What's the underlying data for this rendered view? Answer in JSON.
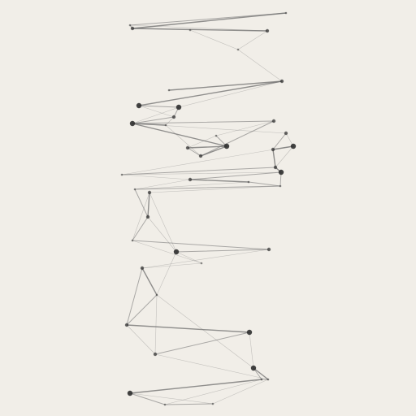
{
  "canvas": {
    "background": "#f1eee8",
    "node_color": "#2f2f2f",
    "edge_color": "#6e6e6e"
  },
  "nodes": [
    {
      "id": "n1",
      "w": 1
    },
    {
      "id": "n2",
      "w": 1
    },
    {
      "id": "n3",
      "w": 2
    },
    {
      "id": "n4",
      "w": 1
    },
    {
      "id": "n5",
      "w": 2
    },
    {
      "id": "n6",
      "w": 1
    },
    {
      "id": "n7",
      "w": 1
    },
    {
      "id": "n8",
      "w": 2
    },
    {
      "id": "n9",
      "w": 3
    },
    {
      "id": "n10",
      "w": 3
    },
    {
      "id": "n11",
      "w": 2
    },
    {
      "id": "n12",
      "w": 1
    },
    {
      "id": "n13",
      "w": 3
    },
    {
      "id": "n14",
      "w": 2
    },
    {
      "id": "n15",
      "w": 1
    },
    {
      "id": "n16",
      "w": 3
    },
    {
      "id": "n17",
      "w": 2
    },
    {
      "id": "n18",
      "w": 2
    },
    {
      "id": "n19",
      "w": 2
    },
    {
      "id": "n20",
      "w": 3
    },
    {
      "id": "n21",
      "w": 2
    },
    {
      "id": "n22",
      "w": 2
    },
    {
      "id": "n23",
      "w": 3
    },
    {
      "id": "n24",
      "w": 1
    },
    {
      "id": "n25",
      "w": 2
    },
    {
      "id": "n26",
      "w": 1
    },
    {
      "id": "n27",
      "w": 1
    },
    {
      "id": "n28",
      "w": 1
    },
    {
      "id": "n29",
      "w": 2
    },
    {
      "id": "n30",
      "w": 2
    },
    {
      "id": "n31",
      "w": 1
    },
    {
      "id": "n32",
      "w": 2
    },
    {
      "id": "n33",
      "w": 3
    },
    {
      "id": "n34",
      "w": 1
    },
    {
      "id": "n35",
      "w": 2
    },
    {
      "id": "n36",
      "w": 1
    },
    {
      "id": "n37",
      "w": 2
    },
    {
      "id": "n38",
      "w": 3
    },
    {
      "id": "n39",
      "w": 2
    },
    {
      "id": "n40",
      "w": 3
    },
    {
      "id": "n41",
      "w": 1
    },
    {
      "id": "n42",
      "w": 1
    },
    {
      "id": "n43",
      "w": 3
    },
    {
      "id": "n44",
      "w": 1
    },
    {
      "id": "n45",
      "w": 1
    }
  ],
  "edges": [
    [
      "n1",
      "n2",
      2
    ],
    [
      "n1",
      "n3",
      2
    ],
    [
      "n2",
      "n3",
      3
    ],
    [
      "n3",
      "n4",
      1
    ],
    [
      "n3",
      "n5",
      3
    ],
    [
      "n4",
      "n6",
      1
    ],
    [
      "n5",
      "n6",
      1
    ],
    [
      "n1",
      "n5",
      1
    ],
    [
      "n7",
      "n8",
      3
    ],
    [
      "n6",
      "n8",
      1
    ],
    [
      "n8",
      "n9",
      3
    ],
    [
      "n8",
      "n10",
      1
    ],
    [
      "n9",
      "n10",
      2
    ],
    [
      "n10",
      "n11",
      2
    ],
    [
      "n11",
      "n12",
      1
    ],
    [
      "n11",
      "n13",
      2
    ],
    [
      "n12",
      "n13",
      3
    ],
    [
      "n13",
      "n14",
      2
    ],
    [
      "n14",
      "n15",
      1
    ],
    [
      "n15",
      "n16",
      2
    ],
    [
      "n13",
      "n16",
      3
    ],
    [
      "n16",
      "n17",
      3
    ],
    [
      "n17",
      "n18",
      2
    ],
    [
      "n16",
      "n18",
      3
    ],
    [
      "n19",
      "n20",
      1
    ],
    [
      "n20",
      "n21",
      3
    ],
    [
      "n19",
      "n21",
      2
    ],
    [
      "n21",
      "n22",
      3
    ],
    [
      "n22",
      "n23",
      3
    ],
    [
      "n23",
      "n24",
      1
    ],
    [
      "n20",
      "n24",
      1
    ],
    [
      "n22",
      "n24",
      2
    ],
    [
      "n25",
      "n26",
      3
    ],
    [
      "n26",
      "n27",
      2
    ],
    [
      "n27",
      "n28",
      2
    ],
    [
      "n25",
      "n28",
      1
    ],
    [
      "n28",
      "n26",
      1
    ],
    [
      "n24",
      "n25",
      1
    ],
    [
      "n23",
      "n27",
      2
    ],
    [
      "n12",
      "n17",
      1
    ],
    [
      "n29",
      "n30",
      3
    ],
    [
      "n30",
      "n31",
      2
    ],
    [
      "n29",
      "n31",
      1
    ],
    [
      "n31",
      "n32",
      2
    ],
    [
      "n32",
      "n33",
      2
    ],
    [
      "n29",
      "n33",
      1
    ],
    [
      "n30",
      "n33",
      1
    ],
    [
      "n33",
      "n34",
      1
    ],
    [
      "n35",
      "n36",
      3
    ],
    [
      "n36",
      "n37",
      2
    ],
    [
      "n35",
      "n37",
      2
    ],
    [
      "n37",
      "n38",
      3
    ],
    [
      "n38",
      "n39",
      2
    ],
    [
      "n37",
      "n39",
      1
    ],
    [
      "n36",
      "n39",
      1
    ],
    [
      "n34",
      "n35",
      1
    ],
    [
      "n40",
      "n41",
      3
    ],
    [
      "n41",
      "n42",
      2
    ],
    [
      "n40",
      "n42",
      2
    ],
    [
      "n42",
      "n43",
      3
    ],
    [
      "n43",
      "n44",
      2
    ],
    [
      "n42",
      "n44",
      1
    ],
    [
      "n44",
      "n45",
      2
    ],
    [
      "n41",
      "n45",
      1
    ],
    [
      "n9",
      "n11",
      1
    ],
    [
      "n10",
      "n13",
      1
    ],
    [
      "n14",
      "n17",
      2
    ],
    [
      "n15",
      "n18",
      1
    ],
    [
      "n20",
      "n22",
      1
    ],
    [
      "n23",
      "n25",
      2
    ],
    [
      "n27",
      "n29",
      1
    ],
    [
      "n28",
      "n30",
      2
    ],
    [
      "n31",
      "n34",
      1
    ],
    [
      "n32",
      "n35",
      1
    ],
    [
      "n33",
      "n36",
      1
    ],
    [
      "n38",
      "n40",
      1
    ],
    [
      "n39",
      "n41",
      1
    ],
    [
      "n36",
      "n40",
      1
    ],
    [
      "n43",
      "n45",
      1
    ],
    [
      "n13",
      "n19",
      1
    ]
  ]
}
